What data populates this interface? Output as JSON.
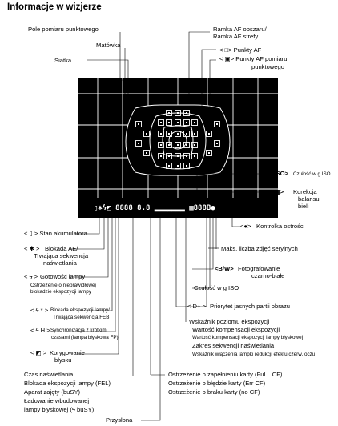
{
  "title": "Informacje w wizjerze",
  "labels": {
    "spot_circle": "Pole pomiaru punktowego",
    "focusing_screen": "Matówka",
    "grid": "Siatka",
    "af_area_frame_1": "Ramka AF obszaru/",
    "af_area_frame_2": "Ramka AF strefy",
    "af_point_1": "< □> Punkty AF",
    "af_point_2": "< ▣> Punkty AF pomiaru",
    "af_point_3": "punktowego",
    "iso_symbol": "<ISO>",
    "iso_symbol_desc": "Czułość w g ISO",
    "wb_corr_symbol": "<▦>",
    "wb_corr_1": "Korekcja",
    "wb_corr_2": "balansu",
    "wb_corr_3": "bieli",
    "battery_check": "< ▯ > Stan akumulatora",
    "ae_lock_symbol": "< ✱ >",
    "ae_lock_1": "Blokada AE/",
    "ae_lock_2": "Trwająca sekwencja",
    "ae_lock_3": "naświetlania",
    "focus_conf_symbol": "<●>",
    "focus_conf": "Kontrolka ostrości",
    "max_burst": "Maks. liczba zdjęć seryjnych",
    "flash_ready_symbol": "< ϟ >",
    "flash_ready": "Gotowość lampy",
    "flash_ready_2": "Ostrzeżenie o nieprawidłowej",
    "flash_ready_3": "blokadzie ekspozycji lampy",
    "mono_symbol": "<B/W>",
    "mono_1": "Fotografowanie",
    "mono_2": "czarno-białe",
    "iso_speed": "Czułość w g ISO",
    "fe_lock_symbol": "< ϟ * >",
    "fe_lock_1": "Blokada ekspozycji lampy/",
    "fe_lock_2": "Trwająca sekwencja FEB",
    "hss_symbol": "< ϟ H >",
    "hss_1": "Synchronizacja z krótkimi",
    "hss_2": "czasami (lampa błyskowa FP)",
    "htp_symbol": "< D+ >",
    "htp": "Priorytet jasnych partii obrazu",
    "flash_comp_symbol": "< ◩ >",
    "flash_comp_1": "Korygowanie",
    "flash_comp_2": "błysku",
    "exp_level_1": "Wskaźnik poziomu ekspozycji",
    "exp_level_2": "Wartość kompensacji ekspozycji",
    "exp_level_3": "Wartość kompensacji ekspozycji lampy błyskowej",
    "exp_level_4": "Zakres sekwencji naświetlania",
    "exp_level_5": "Wskaźnik włączenia lampki redukcji efektu czerw. oczu",
    "shutter_1": "Czas naświetlania",
    "shutter_2": "Blokada ekspozycji lampy (FEL)",
    "shutter_3": "Aparat zajęty (buSY)",
    "shutter_4": "Ładowanie wbudowanej",
    "shutter_5": "lampy błyskowej (ϟ buSY)",
    "aperture": "Przysłona",
    "card_1": "Ostrzeżenie o zapełnieniu karty (FuLL CF)",
    "card_2": "Ostrzeżenie o błędzie karty (Err CF)",
    "card_3": "Ostrzeżenie o braku karty (no CF)"
  },
  "viewfinder": {
    "infobar": "▯✱ϟ◩ 8888  8.8 ▂▂▂▂▂▂▂ ▦888B●"
  }
}
